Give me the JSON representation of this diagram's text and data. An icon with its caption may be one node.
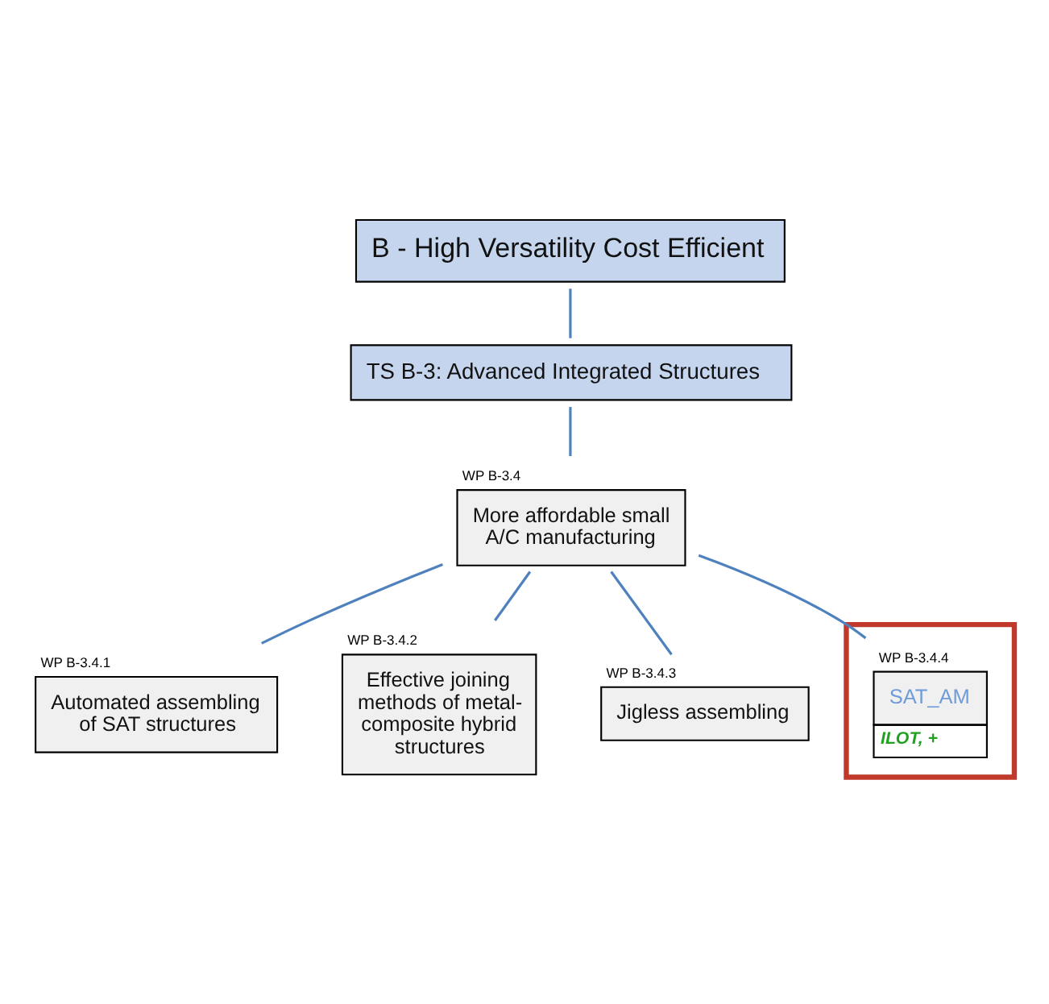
{
  "diagram": {
    "nodes": [
      {
        "text": [
          "B - High Versatility Cost Efficient"
        ]
      },
      {
        "text": [
          "TS B-3: Advanced Integrated Structures"
        ]
      },
      {
        "text": [
          "WP B-3.4",
          "More affordable small A/C manufacturing"
        ]
      },
      {
        "text": [
          "WP B-3.4.1",
          "Automated assembling of SAT structures"
        ]
      },
      {
        "text": [
          "WP B-3.4.2",
          "Effective joining methods of metal-composite hybrid structures"
        ]
      },
      {
        "text": [
          "WP B-3.4.3",
          "Jigless assembling"
        ]
      },
      {
        "text": [],
        "shape": "box"
      },
      {
        "text": [
          "WP B-3.4.4",
          "SAT_AM",
          "ILOT, +"
        ],
        "in": 6
      }
    ],
    "edges": [
      {
        "from": 0,
        "to": 1,
        "arrow": "none"
      },
      {
        "from": 1,
        "to": 2,
        "arrow": "none"
      },
      {
        "from": 2,
        "to": 3,
        "arrow": "none"
      },
      {
        "from": 2,
        "to": 4,
        "arrow": "none"
      },
      {
        "from": 2,
        "to": 5,
        "arrow": "none"
      },
      {
        "from": 2,
        "to": 7,
        "arrow": "none"
      }
    ]
  }
}
